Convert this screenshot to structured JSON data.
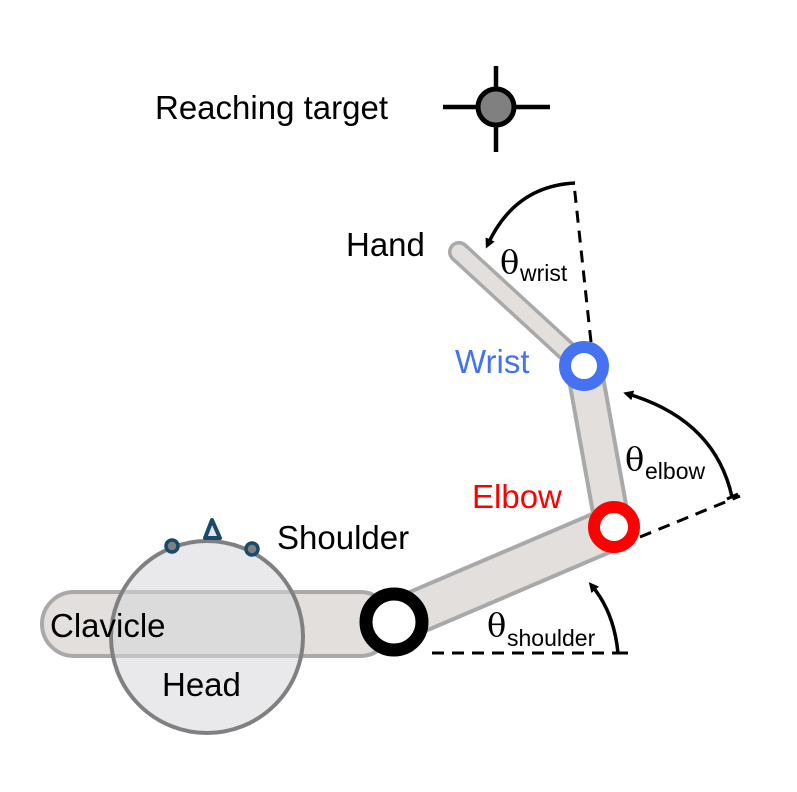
{
  "diagram": {
    "title": "Arm reaching model",
    "labels": {
      "target": "Reaching target",
      "hand": "Hand",
      "wrist": "Wrist",
      "elbow": "Elbow",
      "shoulder": "Shoulder",
      "clavicle": "Clavicle",
      "head": "Head"
    },
    "angles": {
      "symbol": "θ",
      "wrist": "wrist",
      "elbow": "elbow",
      "shoulder": "shoulder"
    },
    "colors": {
      "wrist": "#4472f0",
      "elbow": "#ff0000",
      "shoulder": "#000000",
      "segment_fill": "#e2dfdd",
      "segment_stroke": "#a9a9a9",
      "head_fill": "#e6e6e8",
      "head_stroke": "#808080",
      "target_fill": "#808080",
      "sensor": "#1a4a6a"
    }
  }
}
